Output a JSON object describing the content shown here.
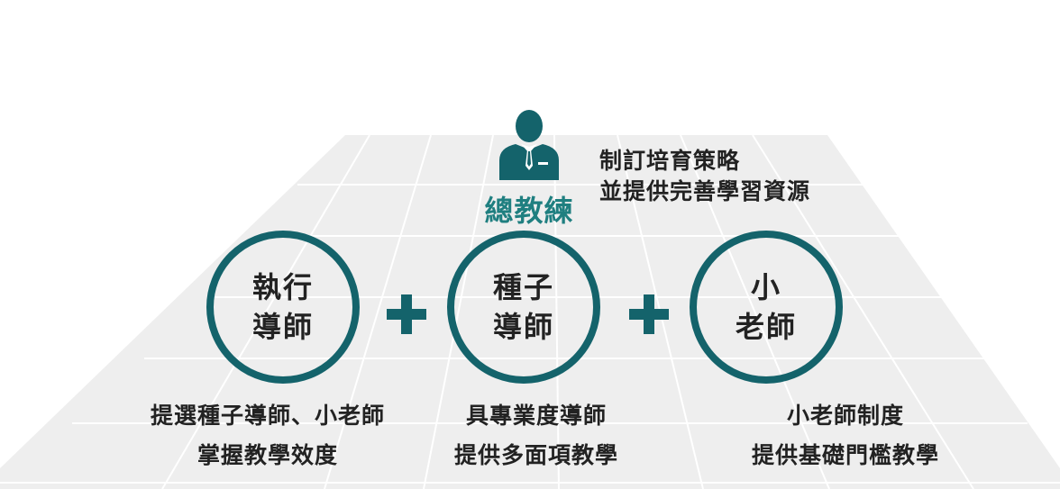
{
  "head_coach": {
    "title": "總教練",
    "icon": "businessman-icon",
    "description": [
      "制訂培育策略",
      "並提供完善學習資源"
    ]
  },
  "roles": [
    {
      "lines": [
        "執行",
        "導師"
      ],
      "description": [
        "提選種子導師、小老師",
        "掌握教學效度"
      ]
    },
    {
      "lines": [
        "種子",
        "導師"
      ],
      "description": [
        "具專業度導師",
        "提供多面項教學"
      ]
    },
    {
      "lines": [
        "小",
        "老師"
      ],
      "description": [
        "小老師制度",
        "提供基礎門檻教學"
      ]
    }
  ],
  "connector_icon": "plus-icon",
  "colors": {
    "accent_dark": "#14636b",
    "accent_title": "#1f7f80",
    "floor": "#eeeeee",
    "text": "#222222"
  }
}
